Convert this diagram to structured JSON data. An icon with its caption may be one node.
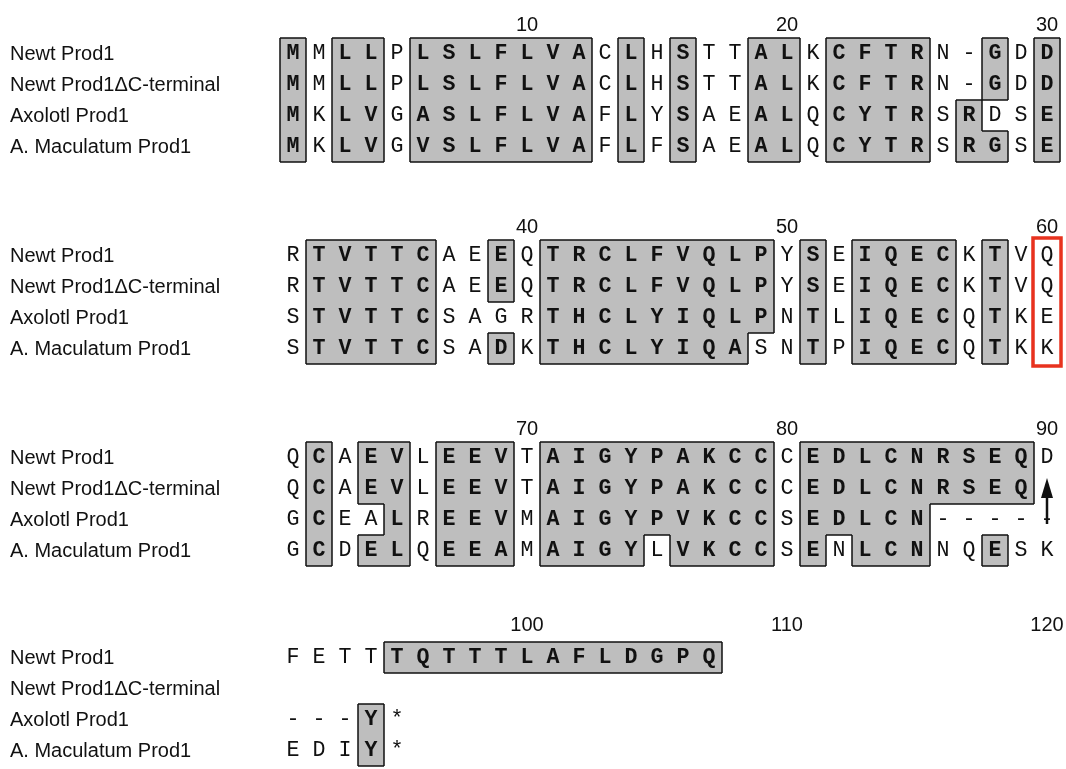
{
  "diagram": {
    "labels": [
      "10",
      "20",
      "30",
      "Newt Prod1",
      "M M L L P L S L F L V A C L H S T T A L K C F T R N - G D D",
      "Newt Prod1ΔC-terminal",
      "M M L L P L S L F L V A C L H S T T A L K C F T R N - G D D",
      "Axolotl Prod1",
      "M K L V G A S L F L V A F L Y S A E A L Q C Y T R S R D S E",
      "A. Maculatum Prod1",
      "M K L V G V S L F L V A F L F S A E A L Q C Y T R S R G S E",
      "40",
      "50",
      "60",
      "Newt Prod1",
      "R T V T T C A E E Q T R C L F V Q L P Y S E I Q E C K T V Q",
      "Newt Prod1ΔC-terminal",
      "R T V T T C A E E Q T R C L F V Q L P Y S E I Q E C K T V Q",
      "Axolotl Prod1",
      "S T V T T C S A G R T H C L Y I Q L P N T L I Q E C Q T K E",
      "A. Maculatum Prod1",
      "S T V T T C S A D K T H C L Y I Q A S N T P I Q E C Q T K K",
      "70",
      "80",
      "90",
      "Newt Prod1",
      "Q C A E V L E E V T A I G Y P A K C C C E D L C N R S E Q D",
      "Newt Prod1ΔC-terminal",
      "Q C A E V L E E V T A I G Y P A K C C C E D L C N R S E Q",
      "Axolotl Prod1",
      "G C E A L R E E V M A I G Y P V K C C S E D L C N - - - - -",
      "A. Maculatum Prod1",
      "G C D E L Q E E A M A I G Y L V K C C S E N L C N N Q E S K",
      "100",
      "110",
      "120",
      "Newt Prod1",
      "F E T T T Q T T T L A F L D G P Q",
      "Newt Prod1ΔC-terminal",
      "Axolotl Prod1",
      "- - - Y *",
      "A. Maculatum Prod1",
      "E D I Y *"
    ]
  }
}
